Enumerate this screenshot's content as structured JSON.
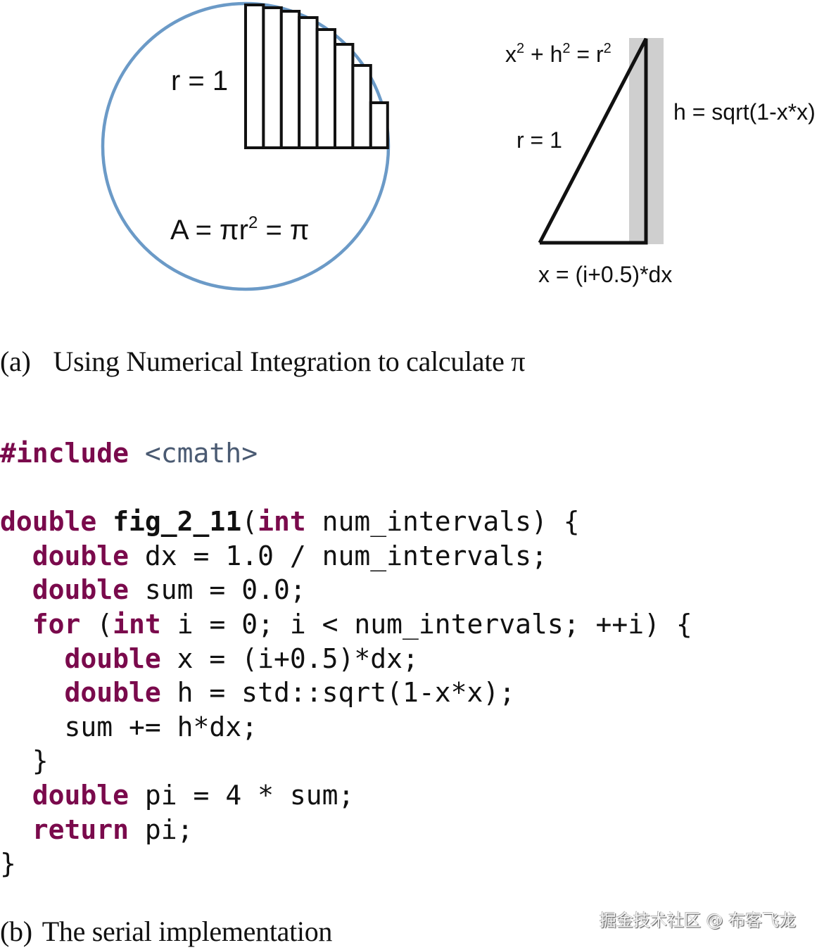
{
  "figure_a": {
    "circle": {
      "radius_label": "r = 1",
      "area_label_prefix": "A = πr",
      "area_label_exp": "2",
      "area_label_suffix": " = π",
      "stroke_color": "#6b9ac7",
      "num_rectangles": 8
    },
    "triangle": {
      "equation": {
        "x": "x",
        "x_exp": "2",
        "plus": " + h",
        "h_exp": "2",
        "eq": " = r",
        "r_exp": "2"
      },
      "hypotenuse_label": "r = 1",
      "height_label": "h = sqrt(1-x*x)",
      "base_label": "x = (i+0.5)*dx",
      "strip_color": "#cfcfcf"
    },
    "caption": {
      "label": "(a)",
      "text": "Using Numerical Integration to calculate π"
    }
  },
  "figure_b": {
    "code_lines": [
      [
        {
          "t": "#include",
          "c": "kw"
        },
        {
          "t": " "
        },
        {
          "t": "<cmath>",
          "c": "inc"
        }
      ],
      [],
      [
        {
          "t": "double",
          "c": "kw"
        },
        {
          "t": " "
        },
        {
          "t": "fig_2_11",
          "c": "fn"
        },
        {
          "t": "("
        },
        {
          "t": "int",
          "c": "kw"
        },
        {
          "t": " num_intervals) {"
        }
      ],
      [
        {
          "t": "  "
        },
        {
          "t": "double",
          "c": "kw"
        },
        {
          "t": " dx = 1.0 / num_intervals;"
        }
      ],
      [
        {
          "t": "  "
        },
        {
          "t": "double",
          "c": "kw"
        },
        {
          "t": " sum = 0.0;"
        }
      ],
      [
        {
          "t": "  "
        },
        {
          "t": "for",
          "c": "kw"
        },
        {
          "t": " ("
        },
        {
          "t": "int",
          "c": "kw"
        },
        {
          "t": " i = 0; i < num_intervals; ++i) {"
        }
      ],
      [
        {
          "t": "    "
        },
        {
          "t": "double",
          "c": "kw"
        },
        {
          "t": " x = (i+0.5)*dx;"
        }
      ],
      [
        {
          "t": "    "
        },
        {
          "t": "double",
          "c": "kw"
        },
        {
          "t": " h = std::sqrt(1-x*x);"
        }
      ],
      [
        {
          "t": "    sum += h*dx;"
        }
      ],
      [
        {
          "t": "  }"
        }
      ],
      [
        {
          "t": "  "
        },
        {
          "t": "double",
          "c": "kw"
        },
        {
          "t": " pi = 4 * sum;"
        }
      ],
      [
        {
          "t": "  "
        },
        {
          "t": "return",
          "c": "kw"
        },
        {
          "t": " pi;"
        }
      ],
      [
        {
          "t": "}"
        }
      ]
    ],
    "caption": {
      "label": "(b)",
      "text": "The serial implementation"
    }
  },
  "watermark": "掘金技术社区 @ 布客飞龙"
}
